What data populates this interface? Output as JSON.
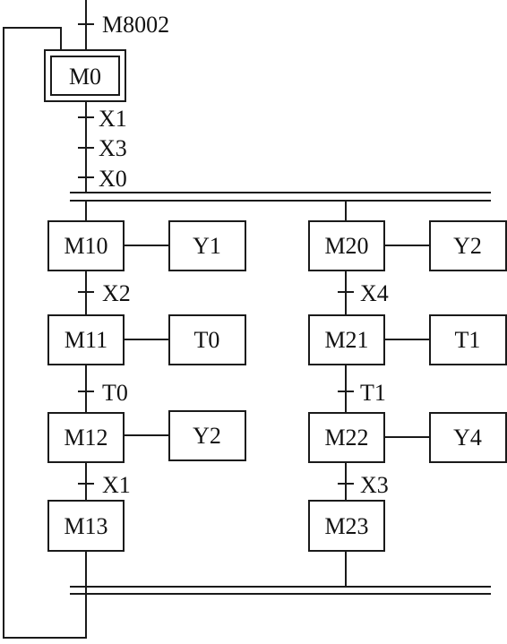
{
  "diagram": {
    "initial_step": "M0",
    "initial_transition": "M8002",
    "entry_transitions": [
      "X1",
      "X3",
      "X0"
    ],
    "branch_left": {
      "steps": [
        "M10",
        "M11",
        "M12",
        "M13"
      ],
      "actions": [
        "Y1",
        "T0",
        "Y2"
      ],
      "transitions": [
        "X2",
        "T0",
        "X1"
      ]
    },
    "branch_right": {
      "steps": [
        "M20",
        "M21",
        "M22",
        "M23"
      ],
      "actions": [
        "Y2",
        "T1",
        "Y4"
      ],
      "transitions": [
        "X4",
        "T1",
        "X3"
      ]
    }
  }
}
